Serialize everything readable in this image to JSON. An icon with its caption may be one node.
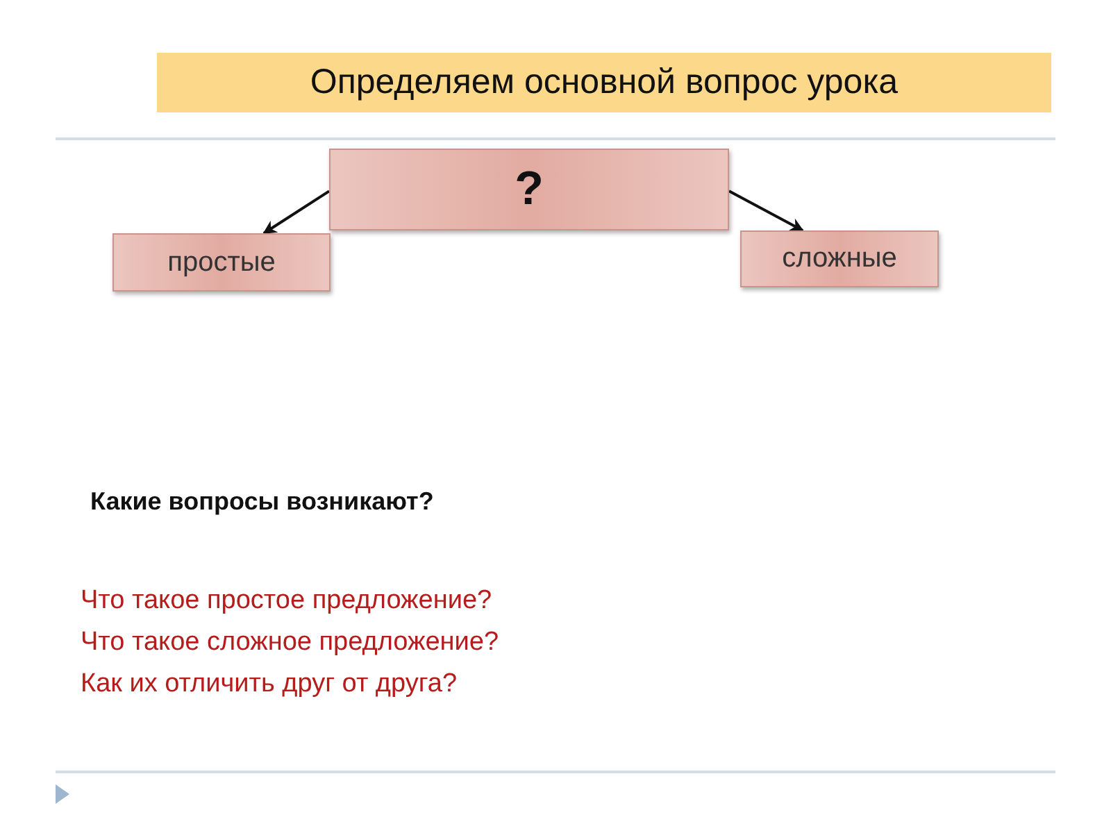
{
  "diagram": {
    "title": "Определяем основной вопрос урока",
    "nodes": [
      {
        "text": [
          "?"
        ]
      },
      {
        "text": [
          "простые"
        ]
      },
      {
        "text": [
          "сложные"
        ]
      }
    ],
    "edges": [
      {
        "from": 0,
        "to": 1,
        "arrow": "to"
      },
      {
        "from": 0,
        "to": 2,
        "arrow": "to"
      }
    ],
    "labels": [
      "Какие вопросы возникают?",
      "Что такое простое предложение?",
      "Что такое сложное предложение?",
      "Как их отличить друг от друга?"
    ]
  }
}
